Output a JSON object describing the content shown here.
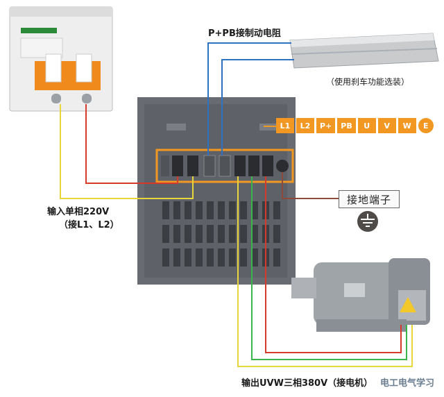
{
  "labels": {
    "brake_resistor": "P+PB接制动电阻",
    "brake_note": "（使用刹车功能选装）",
    "input": "输入单相220V",
    "input_sub": "（接L1、L2）",
    "ground": "接地端子",
    "output": "输出UVW三相380V（接电机）",
    "watermark": "电工电气学习"
  },
  "terminals": [
    {
      "label": "L1"
    },
    {
      "label": "L2"
    },
    {
      "label": "P+"
    },
    {
      "label": "PB"
    },
    {
      "label": "U"
    },
    {
      "label": "V"
    },
    {
      "label": "W"
    },
    {
      "label": "E"
    }
  ],
  "colors": {
    "terminal_orange": "#f29722",
    "wire_red": "#d63a2a",
    "wire_yellow": "#e8d63a",
    "wire_green": "#3ab54a",
    "wire_blue": "#2f72c4",
    "inverter_body": "#686c72"
  }
}
